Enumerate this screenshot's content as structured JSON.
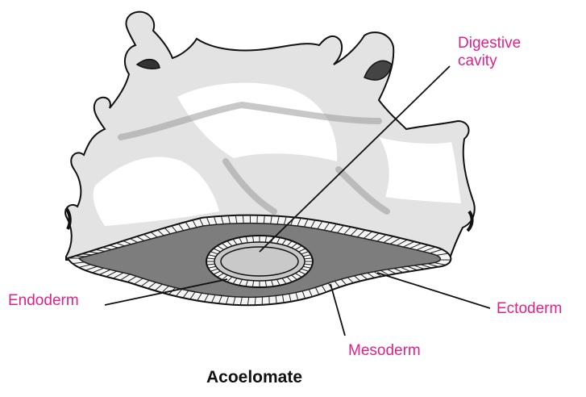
{
  "diagram": {
    "title": "Acoelomate",
    "label_color": "#e0218a",
    "labels": {
      "digestive_cavity_line1": "Digestive",
      "digestive_cavity_line2": "cavity",
      "endoderm": "Endoderm",
      "ectoderm": "Ectoderm",
      "mesoderm": "Mesoderm"
    },
    "colors": {
      "body_fill": "#e3e3e3",
      "outline": "#111111",
      "mesoderm_fill": "#7d7d7d",
      "cavity_fill": "#c9c9c9",
      "cell_fill": "#f4f4f4"
    }
  }
}
